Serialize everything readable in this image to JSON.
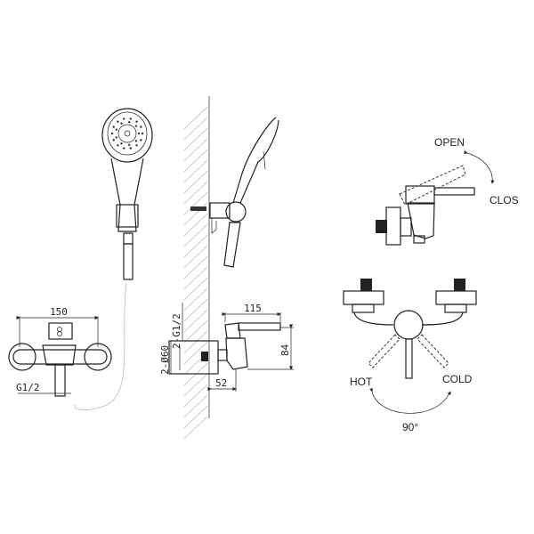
{
  "front_view": {
    "width_dim": "150",
    "outlet_thread": "G1/2"
  },
  "side_view": {
    "inlet_thread": "2-G1/2",
    "flange_dim": "2-Ø60",
    "length_dim": "115",
    "height_dim": "84",
    "depth_dim": "52"
  },
  "lever_side": {
    "open_label": "OPEN",
    "close_label": "CLOS"
  },
  "lever_front": {
    "hot_label": "HOT",
    "cold_label": "COLD",
    "angle_label": "90°"
  }
}
